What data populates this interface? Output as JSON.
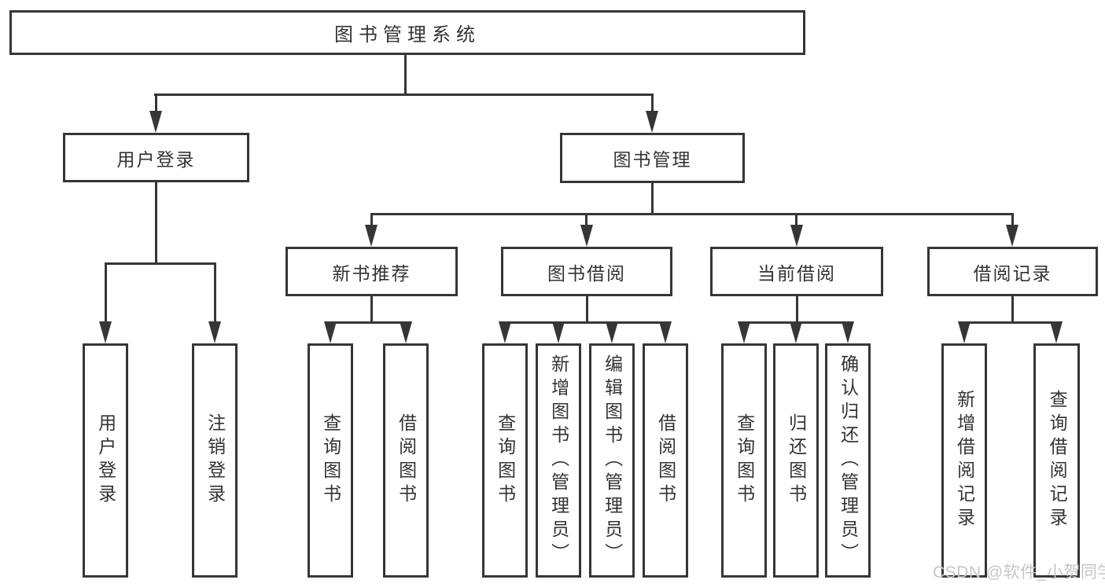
{
  "diagram": {
    "title": "图书管理系统",
    "level2": [
      {
        "label": "用户登录"
      },
      {
        "label": "图书管理"
      }
    ],
    "login_leaves": [
      "用户登录",
      "注销登录"
    ],
    "modules": [
      {
        "label": "新书推荐",
        "leaves": [
          "查询图书",
          "借阅图书"
        ]
      },
      {
        "label": "图书借阅",
        "leaves": [
          "查询图书",
          "新增图书（管理员）",
          "编辑图书（管理员）",
          "借阅图书"
        ]
      },
      {
        "label": "当前借阅",
        "leaves": [
          "查询图书",
          "归还图书",
          "确认归还（管理员）"
        ]
      },
      {
        "label": "借阅记录",
        "leaves": [
          "新增借阅记录",
          "查询借阅记录"
        ]
      }
    ]
  },
  "watermark": {
    "text": "CSDN @软件_小贺同学",
    "color": "#c6c6c6"
  },
  "colors": {
    "line": "#363636",
    "text": "#333333",
    "background": "#ffffff"
  }
}
